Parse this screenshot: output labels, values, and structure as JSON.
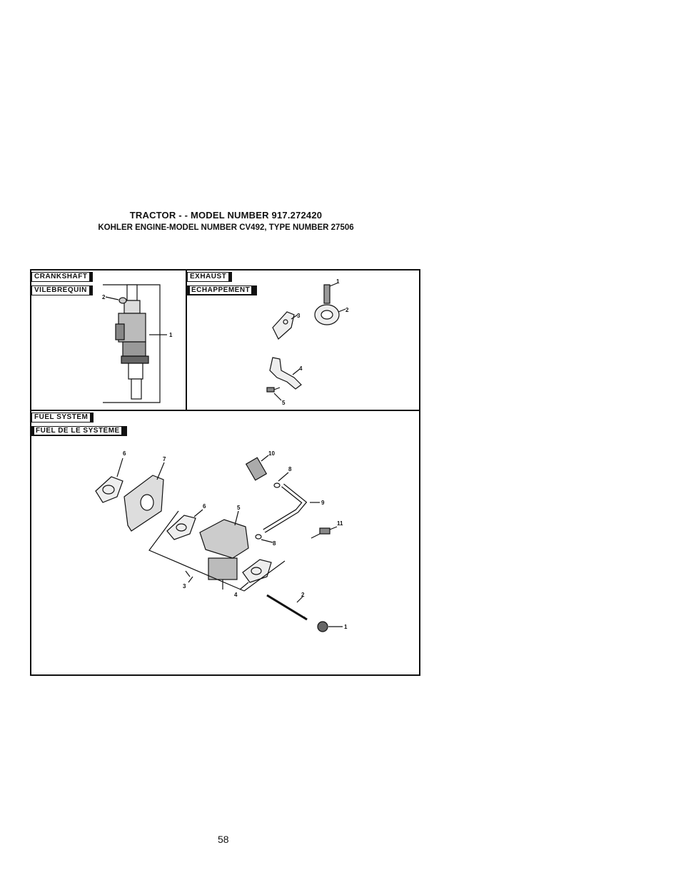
{
  "header": {
    "title": "TRACTOR - - MODEL NUMBER 917.272420",
    "subtitle": "KOHLER ENGINE-MODEL NUMBER CV492, TYPE NUMBER 27506"
  },
  "panels": {
    "crankshaft": {
      "label_en": "CRANKSHAFT",
      "label_fr": "VILEBREQUIN",
      "callouts": [
        "1",
        "2"
      ]
    },
    "exhaust": {
      "label_en": "EXHAUST",
      "label_fr": "ÉCHAPPEMENT",
      "callouts": [
        "1",
        "2",
        "3",
        "4",
        "5"
      ]
    },
    "fuel": {
      "label_en": "FUEL SYSTEM",
      "label_fr": "FUEL DE LE SYSTÈME",
      "callouts": [
        "6",
        "7",
        "10",
        "8",
        "6",
        "5",
        "9",
        "11",
        "8",
        "3",
        "4",
        "2",
        "1"
      ]
    }
  },
  "page_number": "58"
}
